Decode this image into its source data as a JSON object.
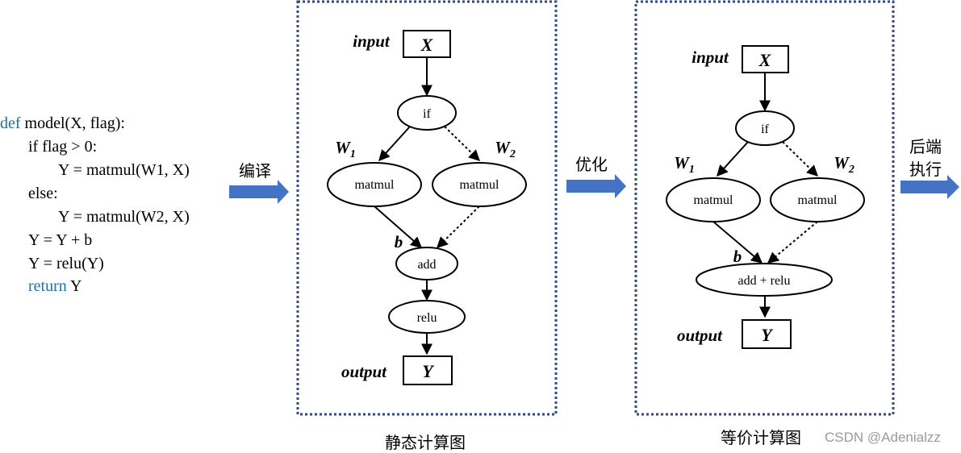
{
  "code": {
    "lines": [
      {
        "kw": "def",
        "text": " model(X, flag):"
      },
      {
        "kw": "",
        "text": "if flag > 0:"
      },
      {
        "kw": "",
        "text": "Y = matmul(W1, X)"
      },
      {
        "kw": "",
        "text": "else:"
      },
      {
        "kw": "",
        "text": "Y = matmul(W2, X)"
      },
      {
        "kw": "",
        "text": "Y = Y + b"
      },
      {
        "kw": "",
        "text": "Y = relu(Y)"
      },
      {
        "kw": "return",
        "text": " Y"
      }
    ]
  },
  "arrows": {
    "compile": "编译",
    "optimize": "优化",
    "backend_line1": "后端",
    "backend_line2": "执行"
  },
  "static_graph": {
    "caption": "静态计算图",
    "input_label": "input",
    "input_node": "X",
    "if_node": "if",
    "w1_base": "W",
    "w1_sub": "1",
    "w2_base": "W",
    "w2_sub": "2",
    "matmul_left": "matmul",
    "matmul_right": "matmul",
    "b_label": "b",
    "add_node": "add",
    "relu_node": "relu",
    "output_label": "output",
    "output_node": "Y"
  },
  "equiv_graph": {
    "caption": "等价计算图",
    "input_label": "input",
    "input_node": "X",
    "if_node": "if",
    "w1_base": "W",
    "w1_sub": "1",
    "w2_base": "W",
    "w2_sub": "2",
    "matmul_left": "matmul",
    "matmul_right": "matmul",
    "b_label": "b",
    "addrelu_node": "add + relu",
    "output_label": "output",
    "output_node": "Y"
  },
  "watermark": "CSDN @Adenialzz",
  "colors": {
    "code_keyword": "#1f6fa5",
    "frame_border": "#2e4a8a",
    "block_arrow": "#4472c4",
    "watermark": "#9a9a9a"
  }
}
